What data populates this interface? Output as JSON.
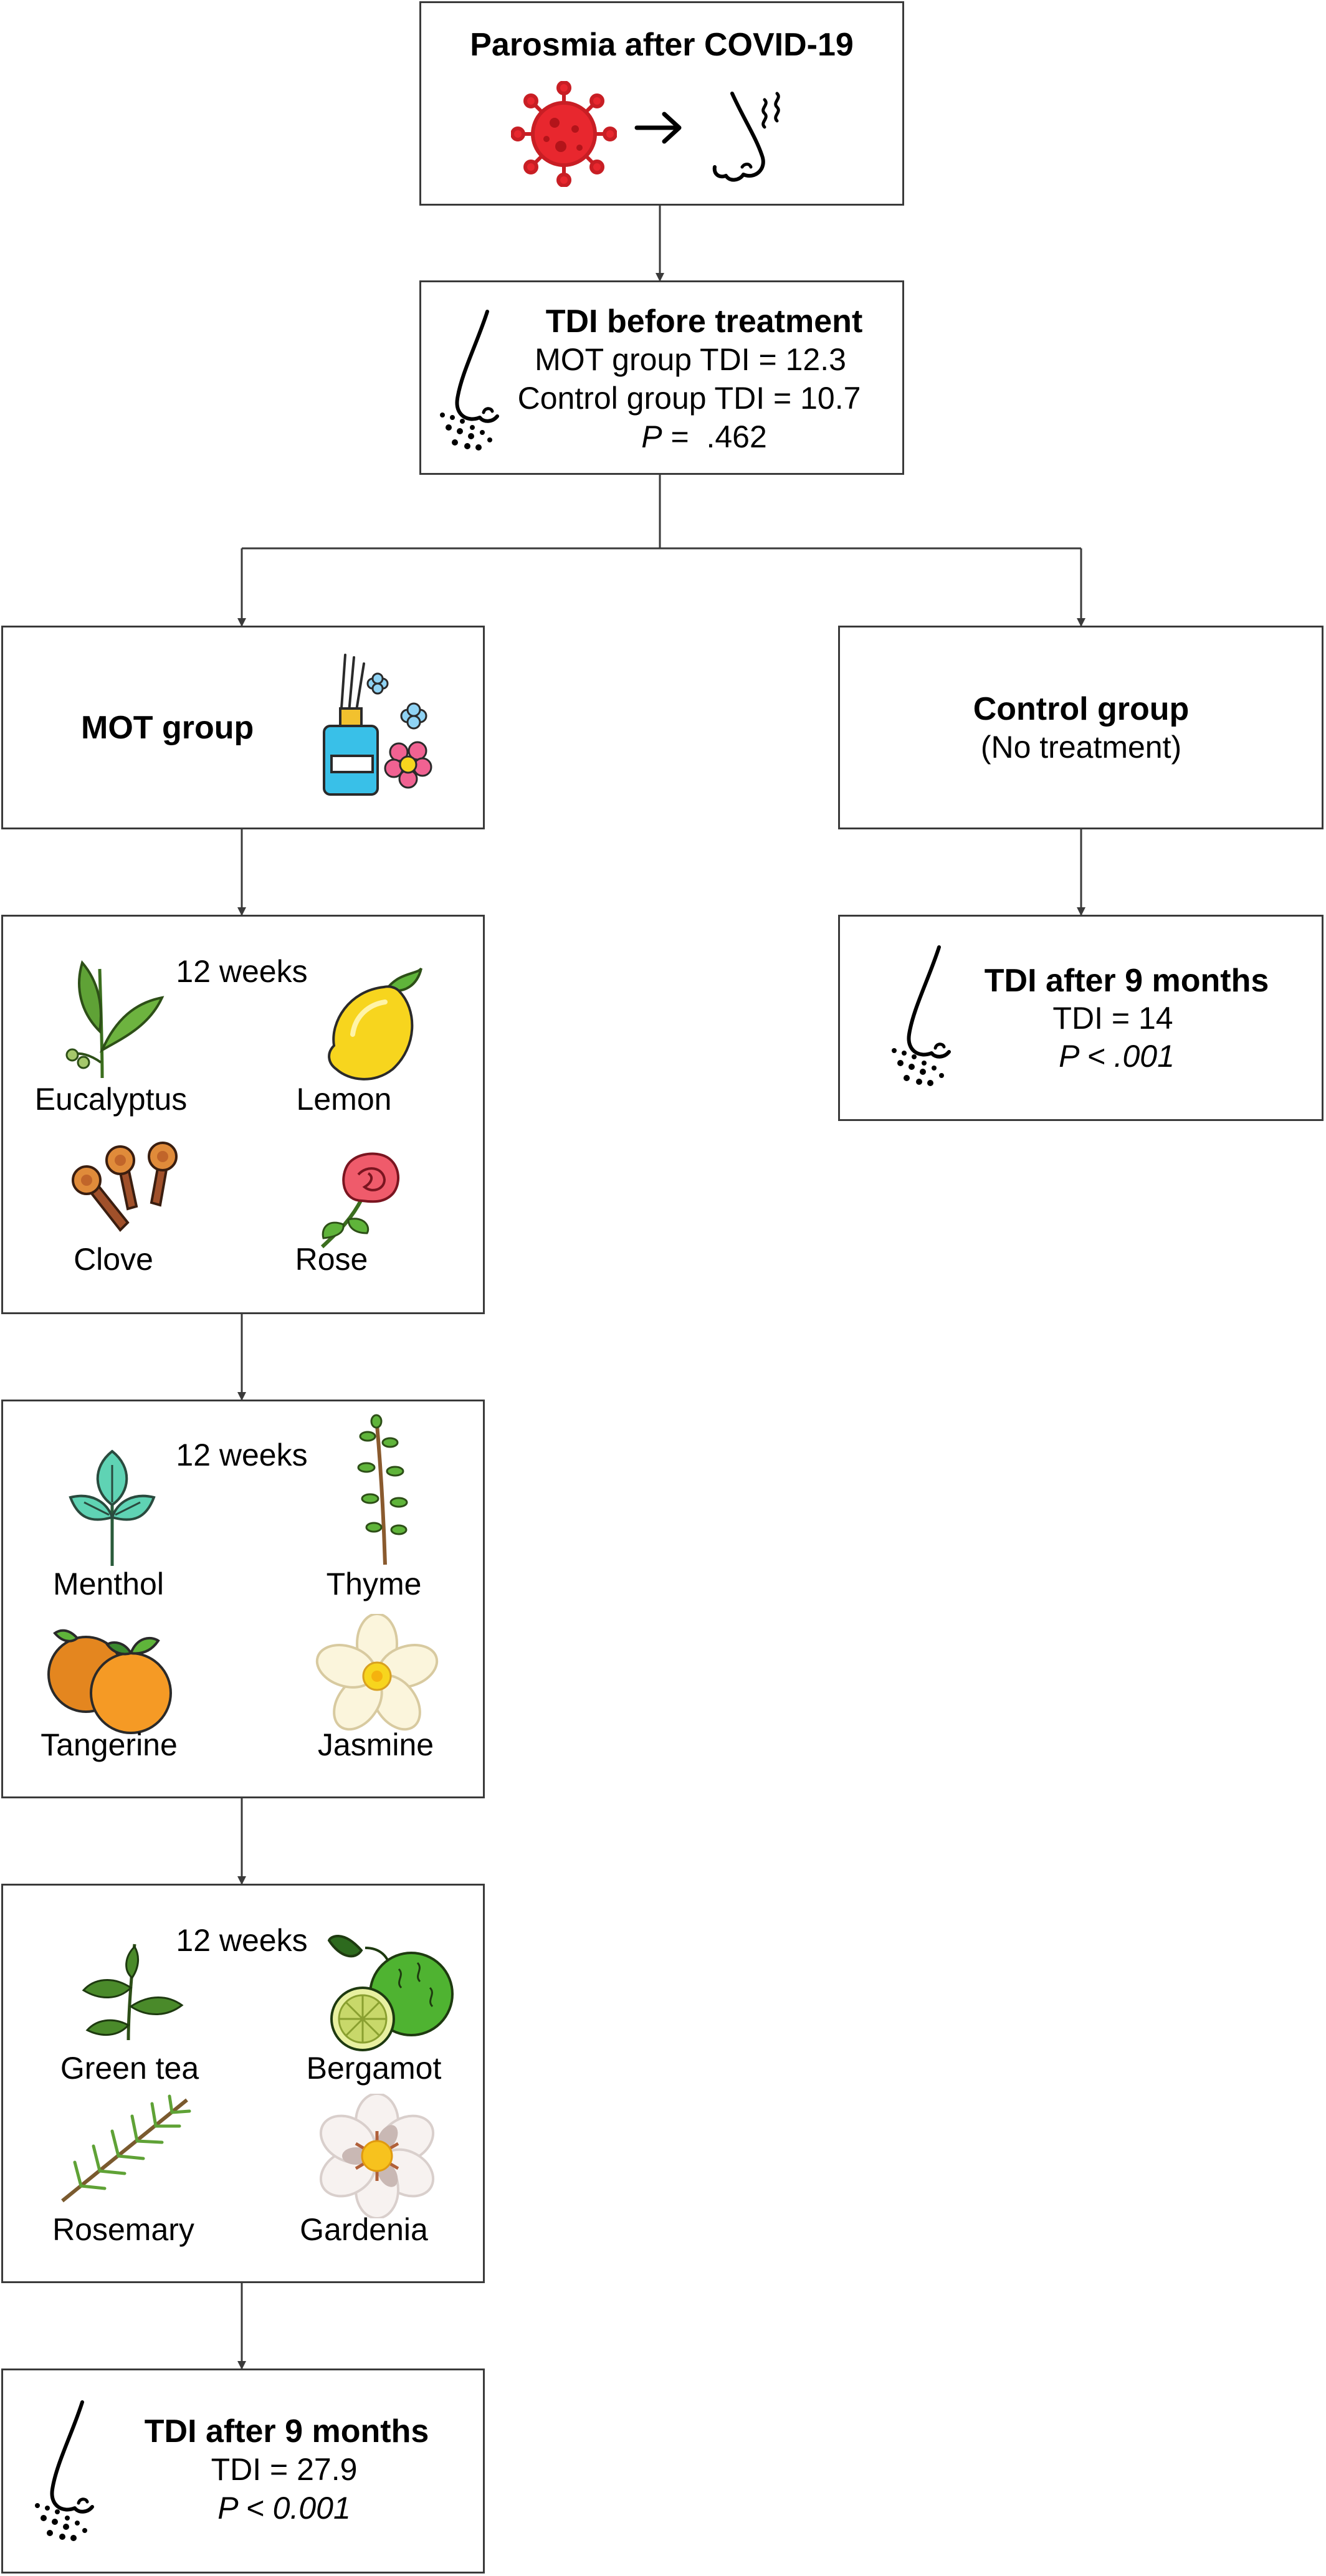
{
  "start": {
    "title": "Parosmia after COVID-19",
    "icons": [
      "virus-icon",
      "arrow-right-icon",
      "nose-smell-icon"
    ]
  },
  "baseline": {
    "title": "TDI before treatment",
    "mot": "MOT  group TDI = 12.3",
    "control": "Control  group TDI = 10.7",
    "p_italic": "P",
    "p_rest": " =  .462"
  },
  "mot_group": {
    "title": "MOT group"
  },
  "control_group": {
    "title": "Control group",
    "subtitle": "(No treatment)"
  },
  "phase1": {
    "duration": "12 weeks",
    "scents": [
      "Eucalyptus",
      "Lemon",
      "Clove",
      "Rose"
    ]
  },
  "phase2": {
    "duration": "12 weeks",
    "scents": [
      "Menthol",
      "Thyme",
      "Tangerine",
      "Jasmine"
    ]
  },
  "phase3": {
    "duration": "12 weeks",
    "scents": [
      "Green tea",
      "Bergamot",
      "Rosemary",
      "Gardenia"
    ]
  },
  "mot_result": {
    "title": "TDI after 9 months",
    "tdi": "TDI = 27.9",
    "p": "P < 0.001"
  },
  "control_result": {
    "title": "TDI after 9 months",
    "tdi": "TDI = 14",
    "p": "P < .001"
  },
  "colors": {
    "border": "#3a3a3a",
    "virus": "#e8272e",
    "leaf": "#4a8a2a",
    "lemon": "#f7d51e"
  }
}
